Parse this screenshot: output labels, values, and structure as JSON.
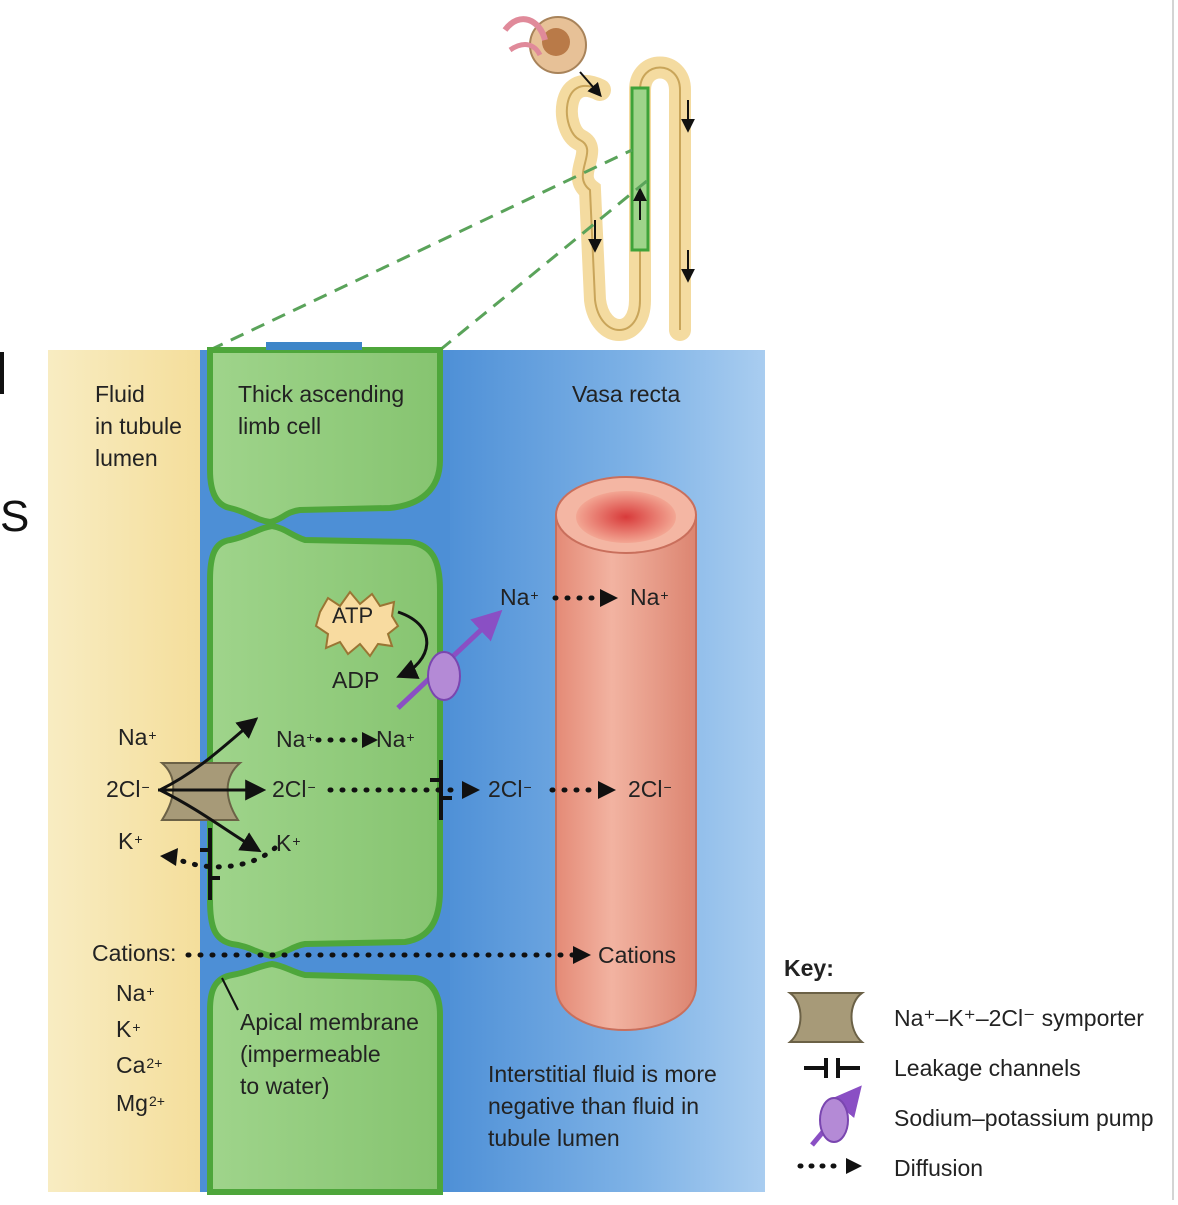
{
  "colors": {
    "lumen": "#f7e4a8",
    "cell": "#8fcb7a",
    "cell_border": "#4ea63b",
    "interstitial": "#6fa7e0",
    "vessel": "#e99a86",
    "pump": "#9b6cc2",
    "symporter": "#a79a78"
  },
  "regions": {
    "lumen_label": [
      "Fluid",
      "in tubule",
      "lumen"
    ],
    "cell_label": [
      "Thick ascending",
      "limb cell"
    ],
    "vessel_label": "Vasa recta"
  },
  "energy": {
    "atp": "ATP",
    "adp": "ADP"
  },
  "ions": {
    "na": "Na",
    "na_charge": "+",
    "cl": "2Cl",
    "cl_charge": "−",
    "k": "K",
    "k_charge": "+",
    "cations": "Cations:",
    "cations_dest": "Cations",
    "ca": "Ca",
    "ca_charge": "2+",
    "mg": "Mg",
    "mg_charge": "2+"
  },
  "annotations": {
    "apical": [
      "Apical membrane",
      "(impermeable",
      "to water)"
    ],
    "interstitial": [
      "Interstitial fluid is more",
      "negative than fluid in",
      "tubule lumen"
    ]
  },
  "key": {
    "title": "Key:",
    "items": [
      {
        "icon": "symporter-icon",
        "label": "Na⁺–K⁺–2Cl⁻ symporter"
      },
      {
        "icon": "leakage-channel-icon",
        "label": "Leakage channels"
      },
      {
        "icon": "pump-icon",
        "label": "Sodium–potassium pump"
      },
      {
        "icon": "diffusion-arrow-icon",
        "label": "Diffusion"
      }
    ]
  },
  "partial_letter": "S"
}
